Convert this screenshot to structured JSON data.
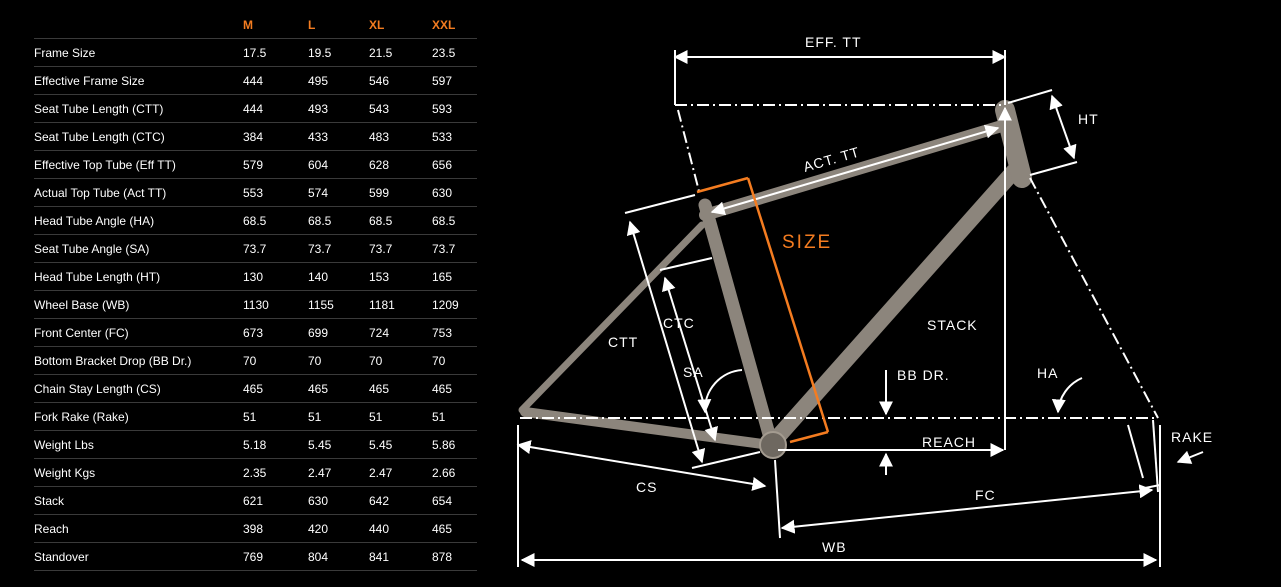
{
  "table": {
    "columns": [
      "M",
      "L",
      "XL",
      "XXL"
    ],
    "rows": [
      {
        "label": "Frame Size",
        "values": [
          "17.5",
          "19.5",
          "21.5",
          "23.5"
        ]
      },
      {
        "label": "Effective Frame Size",
        "values": [
          "444",
          "495",
          "546",
          "597"
        ]
      },
      {
        "label": "Seat Tube Length (CTT)",
        "values": [
          "444",
          "493",
          "543",
          "593"
        ]
      },
      {
        "label": "Seat Tube Length (CTC)",
        "values": [
          "384",
          "433",
          "483",
          "533"
        ]
      },
      {
        "label": "Effective Top Tube (Eff TT)",
        "values": [
          "579",
          "604",
          "628",
          "656"
        ]
      },
      {
        "label": "Actual Top Tube (Act TT)",
        "values": [
          "553",
          "574",
          "599",
          "630"
        ]
      },
      {
        "label": "Head Tube Angle (HA)",
        "values": [
          "68.5",
          "68.5",
          "68.5",
          "68.5"
        ]
      },
      {
        "label": "Seat Tube Angle (SA)",
        "values": [
          "73.7",
          "73.7",
          "73.7",
          "73.7"
        ]
      },
      {
        "label": "Head Tube Length (HT)",
        "values": [
          "130",
          "140",
          "153",
          "165"
        ]
      },
      {
        "label": "Wheel Base (WB)",
        "values": [
          "1130",
          "1155",
          "1181",
          "1209"
        ]
      },
      {
        "label": "Front Center (FC)",
        "values": [
          "673",
          "699",
          "724",
          "753"
        ]
      },
      {
        "label": "Bottom Bracket Drop (BB Dr.)",
        "values": [
          "70",
          "70",
          "70",
          "70"
        ]
      },
      {
        "label": "Chain Stay Length (CS)",
        "values": [
          "465",
          "465",
          "465",
          "465"
        ]
      },
      {
        "label": "Fork Rake (Rake)",
        "values": [
          "51",
          "51",
          "51",
          "51"
        ]
      },
      {
        "label": "Weight Lbs",
        "values": [
          "5.18",
          "5.45",
          "5.45",
          "5.86"
        ]
      },
      {
        "label": "Weight Kgs",
        "values": [
          "2.35",
          "2.47",
          "2.47",
          "2.66"
        ]
      },
      {
        "label": "Stack",
        "values": [
          "621",
          "630",
          "642",
          "654"
        ]
      },
      {
        "label": "Reach",
        "values": [
          "398",
          "420",
          "440",
          "465"
        ]
      },
      {
        "label": "Standover",
        "values": [
          "769",
          "804",
          "841",
          "878"
        ]
      }
    ]
  },
  "diagram": {
    "labels": {
      "eff_tt": "EFF. TT",
      "ht": "HT",
      "act_tt": "ACT. TT",
      "size": "SIZE",
      "ctc": "CTC",
      "ctt": "CTT",
      "stack": "STACK",
      "sa": "SA",
      "bb_dr": "BB DR.",
      "ha": "HA",
      "reach": "REACH",
      "rake": "RAKE",
      "cs": "CS",
      "fc": "FC",
      "wb": "WB"
    },
    "accent_color": "#f47c20"
  }
}
